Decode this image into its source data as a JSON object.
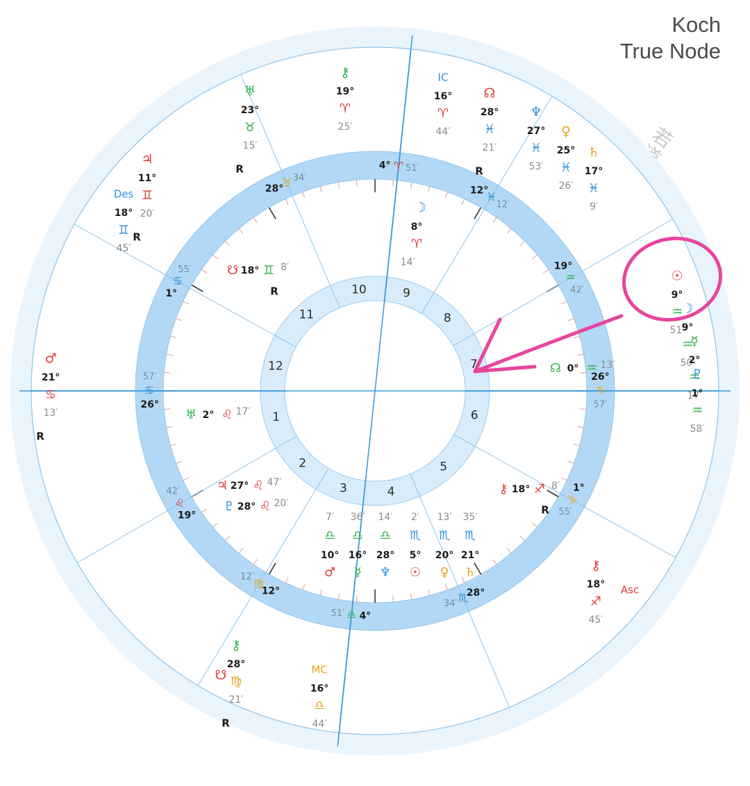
{
  "header": {
    "system": "Koch",
    "node": "True Node"
  },
  "watermark": "若道",
  "colors": {
    "fire": "#e03a3a",
    "earth": "#e8a21a",
    "air": "#2fb24a",
    "water": "#2a8fd8",
    "text": "#1a1a1a",
    "minutes": "#8a8a8a",
    "ring": "#b3d8f5",
    "ring_light": "#d9ecfb",
    "line": "#8cc3ea",
    "highlight": "#e8459c"
  },
  "houses": [
    "1",
    "2",
    "3",
    "4",
    "5",
    "6",
    "7",
    "8",
    "9",
    "10",
    "11",
    "12"
  ],
  "cusps": [
    {
      "id": "asc",
      "deg": "26°",
      "glyph": "♋",
      "min": "57′",
      "el": "water"
    },
    {
      "id": "c2",
      "deg": "19°",
      "glyph": "♌",
      "min": "42′",
      "el": "fire"
    },
    {
      "id": "c3",
      "deg": "12°",
      "glyph": "♍",
      "min": "12′",
      "el": "earth"
    },
    {
      "id": "ic",
      "deg": "4°",
      "glyph": "♎",
      "min": "51′",
      "el": "air"
    },
    {
      "id": "c5",
      "deg": "28°",
      "glyph": "♏",
      "min": "34′",
      "el": "water"
    },
    {
      "id": "c6",
      "deg": "1°",
      "glyph": "♑",
      "min": "55′",
      "el": "earth"
    },
    {
      "id": "dsc",
      "deg": "26°",
      "glyph": "♑",
      "min": "57′",
      "el": "earth"
    },
    {
      "id": "c8",
      "deg": "19°",
      "glyph": "♒",
      "min": "42′",
      "el": "air"
    },
    {
      "id": "c9",
      "deg": "12°",
      "glyph": "♓",
      "min": "12′",
      "el": "water"
    },
    {
      "id": "mc",
      "deg": "4°",
      "glyph": "♈",
      "min": "51′",
      "el": "fire"
    },
    {
      "id": "c11",
      "deg": "28°",
      "glyph": "♉",
      "min": "34′",
      "el": "earth"
    },
    {
      "id": "c12",
      "deg": "1°",
      "glyph": "♋",
      "min": "55′",
      "el": "water"
    }
  ],
  "planets_inner": [
    {
      "name": "moon",
      "glyph": "☽",
      "deg": "8°",
      "sign": "♈",
      "min": "14′",
      "el": "fire",
      "retro": ""
    },
    {
      "name": "node-s",
      "glyph": "☋",
      "deg": "18°",
      "sign": "♊",
      "min": "8′",
      "el": "air",
      "retro": "R"
    },
    {
      "name": "uranus",
      "glyph": "♅",
      "deg": "2°",
      "sign": "♌",
      "min": "17′",
      "el": "fire",
      "retro": ""
    },
    {
      "name": "jupiter",
      "glyph": "♃",
      "deg": "27°",
      "sign": "♌",
      "min": "47′",
      "el": "fire",
      "retro": ""
    },
    {
      "name": "pluto",
      "glyph": "♇",
      "deg": "28°",
      "sign": "♌",
      "min": "20′",
      "el": "fire",
      "retro": ""
    },
    {
      "name": "mars",
      "glyph": "♂",
      "deg": "10°",
      "sign": "♎",
      "min": "7′",
      "el": "air",
      "retro": ""
    },
    {
      "name": "mercury",
      "glyph": "☿",
      "deg": "16°",
      "sign": "♎",
      "min": "36′",
      "el": "air",
      "retro": ""
    },
    {
      "name": "neptune",
      "glyph": "♆",
      "deg": "28°",
      "sign": "♎",
      "min": "14′",
      "el": "air",
      "retro": ""
    },
    {
      "name": "sun",
      "glyph": "☉",
      "deg": "5°",
      "sign": "♏",
      "min": "2′",
      "el": "water",
      "retro": ""
    },
    {
      "name": "venus",
      "glyph": "♀",
      "deg": "20°",
      "sign": "♏",
      "min": "13′",
      "el": "water",
      "retro": ""
    },
    {
      "name": "saturn",
      "glyph": "♄",
      "deg": "21°",
      "sign": "♏",
      "min": "35′",
      "el": "water",
      "retro": ""
    },
    {
      "name": "chiron",
      "glyph": "⚷",
      "deg": "18°",
      "sign": "♐",
      "min": "8′",
      "el": "fire",
      "retro": "R"
    },
    {
      "name": "node-n",
      "glyph": "☊",
      "deg": "0°",
      "sign": "♒",
      "min": "13′",
      "el": "air",
      "retro": ""
    }
  ],
  "planets_outer": [
    {
      "name": "chiron",
      "glyph": "⚷",
      "deg": "19°",
      "sign": "♈",
      "min": "25′",
      "el": "fire",
      "retro": ""
    },
    {
      "name": "ic",
      "glyph": "IC",
      "deg": "16°",
      "sign": "♈",
      "min": "44′",
      "el": "fire",
      "retro": ""
    },
    {
      "name": "node-n",
      "glyph": "☊",
      "deg": "28°",
      "sign": "♓",
      "min": "21′",
      "el": "water",
      "retro": "R"
    },
    {
      "name": "neptune",
      "glyph": "♆",
      "deg": "27°",
      "sign": "♓",
      "min": "53′",
      "el": "water",
      "retro": ""
    },
    {
      "name": "venus",
      "glyph": "♀",
      "deg": "25°",
      "sign": "♓",
      "min": "26′",
      "el": "water",
      "retro": ""
    },
    {
      "name": "saturn",
      "glyph": "♄",
      "deg": "17°",
      "sign": "♓",
      "min": "9′",
      "el": "water",
      "retro": ""
    },
    {
      "name": "sun",
      "glyph": "☉",
      "deg": "9°",
      "sign": "♒",
      "min": "51′",
      "el": "air",
      "retro": ""
    },
    {
      "name": "moon",
      "glyph": "☽",
      "deg": "9°",
      "sign": "♒",
      "min": "50′",
      "el": "air",
      "retro": ""
    },
    {
      "name": "mercury",
      "glyph": "☿",
      "deg": "2°",
      "sign": "♒",
      "min": "17′",
      "el": "air",
      "retro": ""
    },
    {
      "name": "pluto",
      "glyph": "♇",
      "deg": "1°",
      "sign": "♒",
      "min": "58′",
      "el": "air",
      "retro": ""
    },
    {
      "name": "chiron2",
      "glyph": "⚷",
      "deg": "18°",
      "sign": "♐",
      "min": "45′",
      "el": "fire",
      "retro": ""
    },
    {
      "name": "asc",
      "glyph": "Asc",
      "deg": "",
      "sign": "",
      "min": "",
      "el": "fire",
      "retro": ""
    },
    {
      "name": "chiron3",
      "glyph": "⚷",
      "deg": "28°",
      "sign": "♍",
      "min": "21′",
      "el": "earth",
      "retro": "R"
    },
    {
      "name": "node-s2",
      "glyph": "☋",
      "deg": "",
      "sign": "",
      "min": "",
      "el": "fire",
      "retro": ""
    },
    {
      "name": "mc",
      "glyph": "MC",
      "deg": "16°",
      "sign": "♎",
      "min": "44′",
      "el": "earth",
      "retro": ""
    },
    {
      "name": "mars",
      "glyph": "♂",
      "deg": "21°",
      "sign": "♋",
      "min": "13′",
      "el": "fire",
      "retro": "R"
    },
    {
      "name": "jupiter",
      "glyph": "♃",
      "deg": "11°",
      "sign": "♊",
      "min": "20′",
      "el": "fire",
      "retro": "R"
    },
    {
      "name": "des",
      "glyph": "Des",
      "deg": "18°",
      "sign": "♊",
      "min": "45′",
      "el": "water",
      "retro": ""
    },
    {
      "name": "uranus",
      "glyph": "♅",
      "deg": "23°",
      "sign": "♉",
      "min": "15′",
      "el": "air",
      "retro": "R"
    }
  ]
}
